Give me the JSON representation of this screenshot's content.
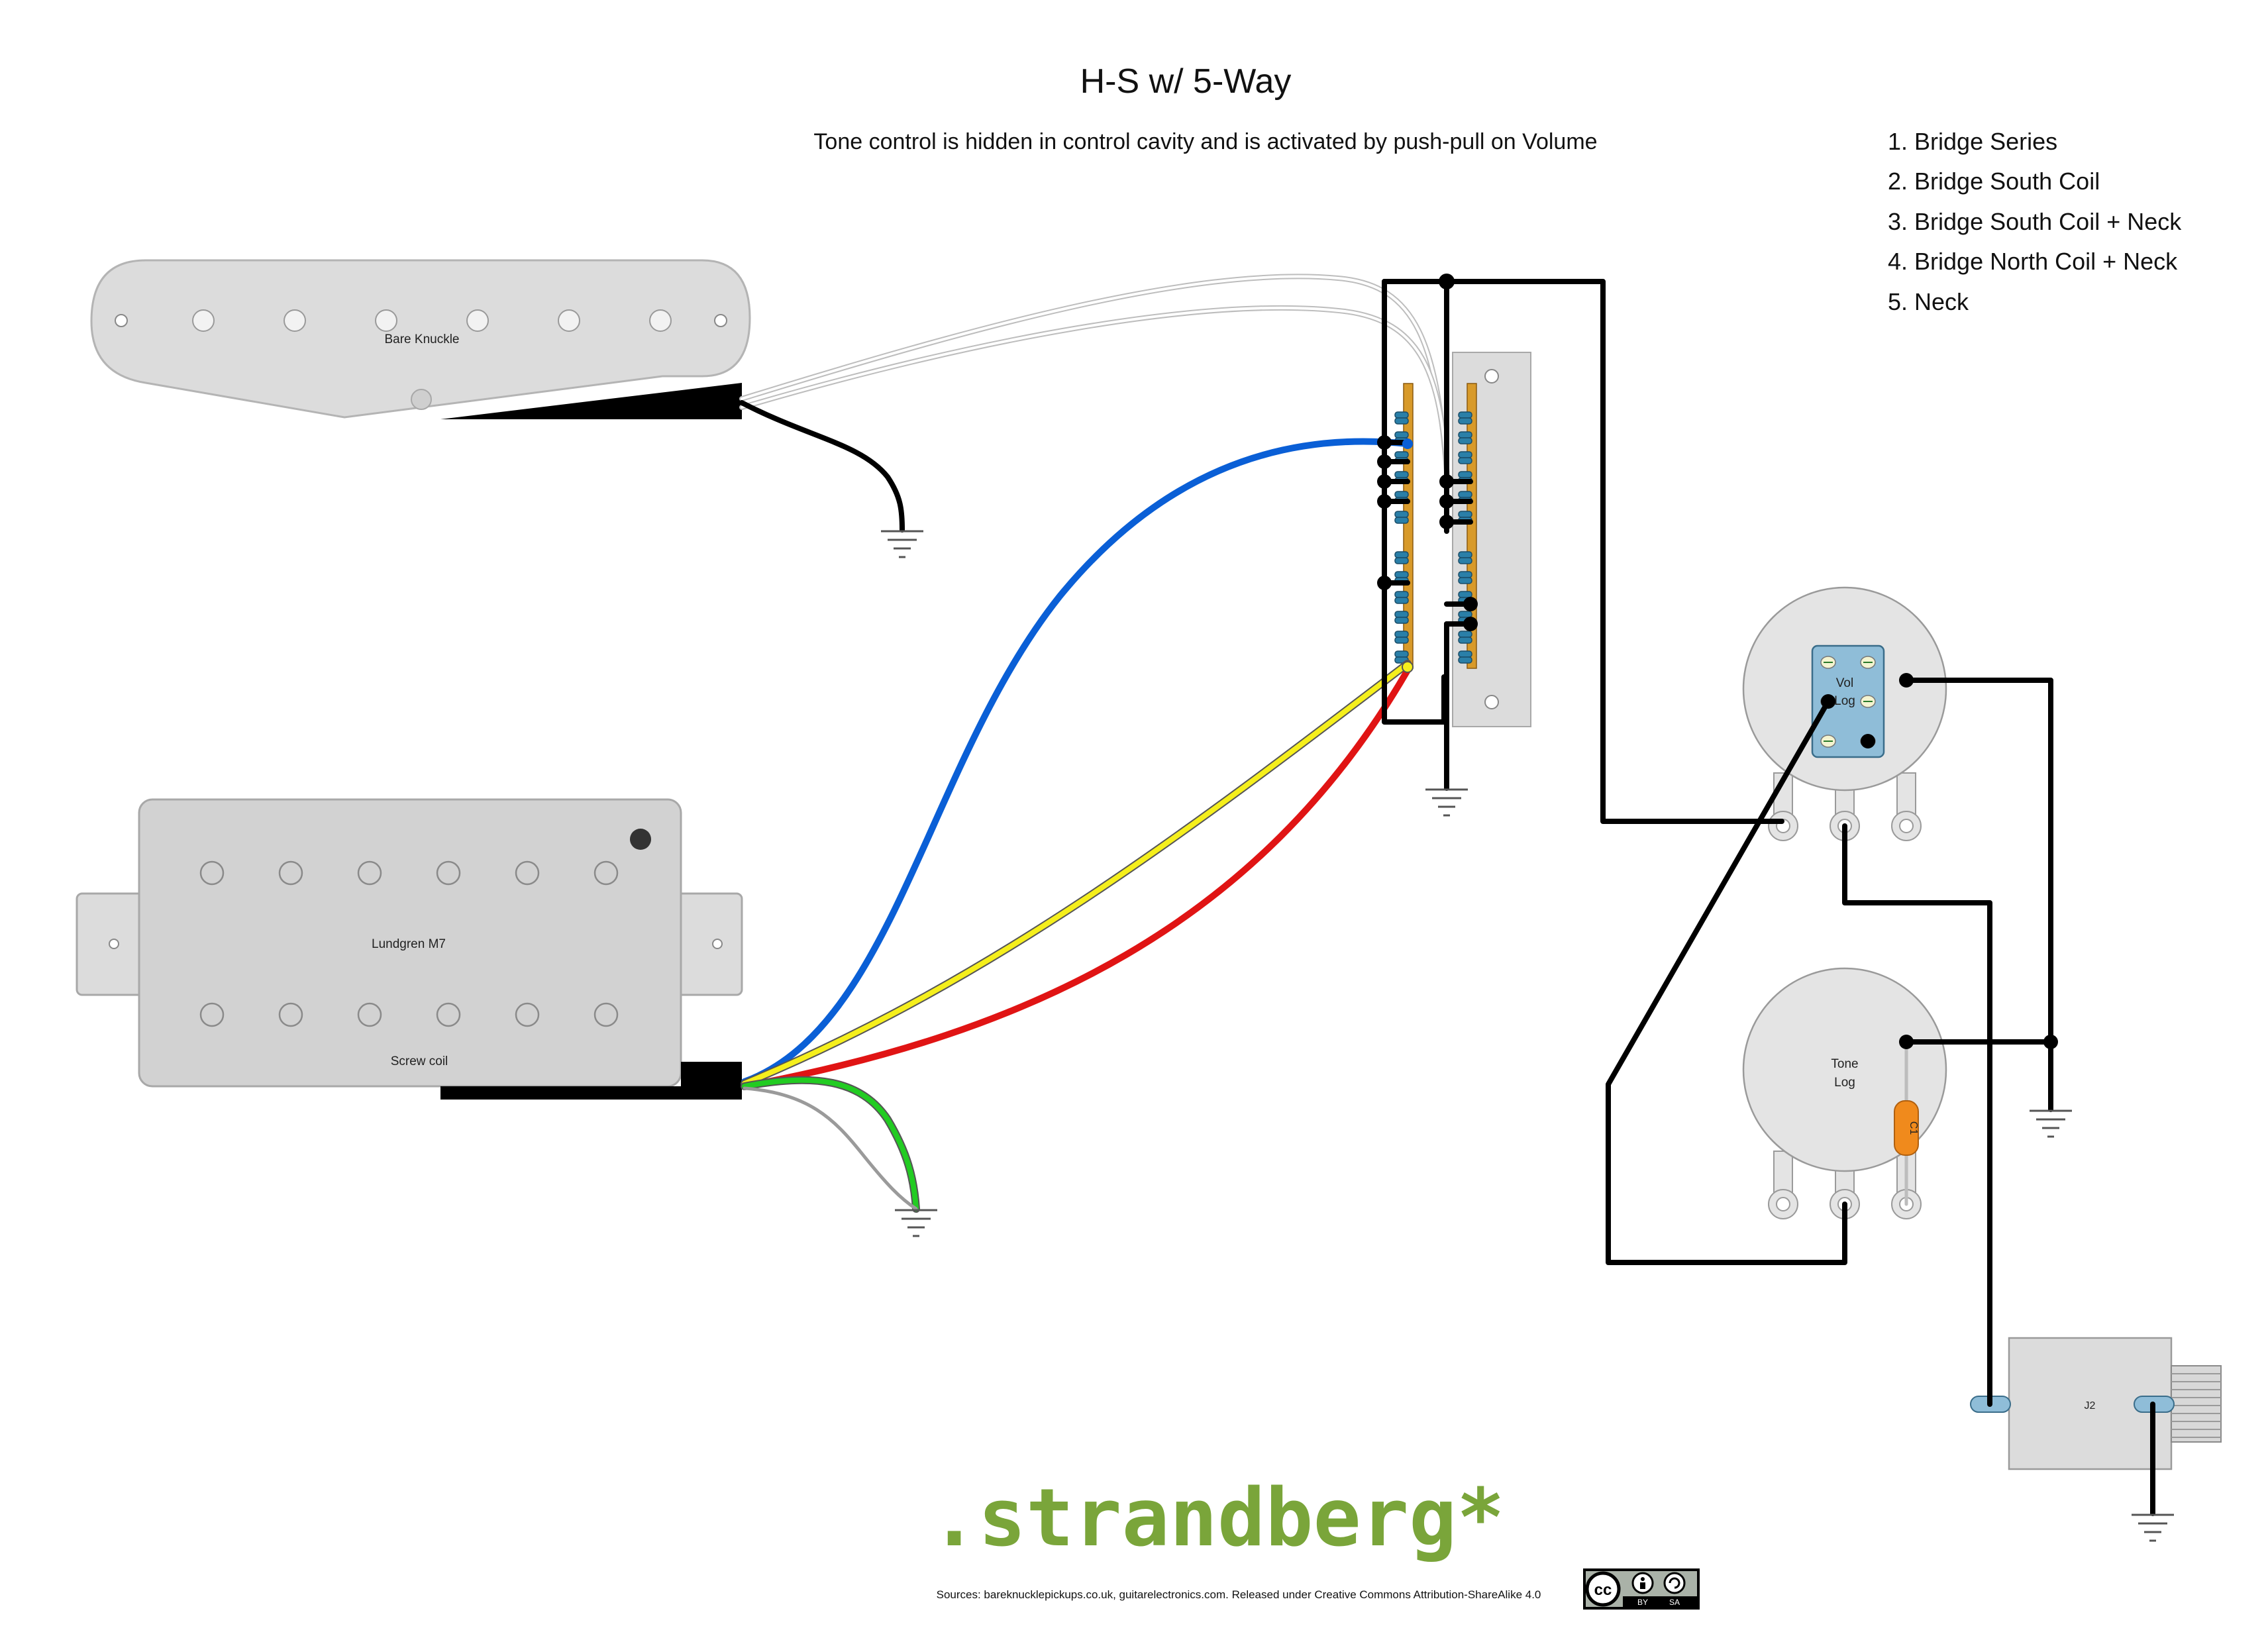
{
  "title": "H-S w/ 5-Way",
  "subtitle": "Tone control is hidden in control cavity and is activated by push-pull on Volume",
  "positions": [
    "1. Bridge Series",
    "2. Bridge South Coil",
    "3. Bridge South Coil + Neck",
    "4. Bridge North Coil + Neck",
    "5. Neck"
  ],
  "neck_pickup": {
    "label": "Bare Knuckle"
  },
  "bridge_pickup": {
    "label": "Lundgren M7",
    "sublabel": "Screw coil"
  },
  "volume_pot": {
    "line1": "Vol",
    "line2": "Log"
  },
  "tone_pot": {
    "line1": "Tone",
    "line2": "Log"
  },
  "capacitor": {
    "label": "C1"
  },
  "jack": {
    "label": "J2"
  },
  "brand": ".strandberg*",
  "sources": "Sources: bareknucklepickups.co.uk, guitarelectronics.com. Released under Creative Commons Attribution-ShareAlike 4.0",
  "license_badge": {
    "by": "BY",
    "sa": "SA"
  },
  "colors": {
    "hot_blue": "#0a5fd6",
    "yellow": "#f5ef1c",
    "red": "#e01414",
    "green": "#22cc22",
    "ground": "#000000",
    "brand_green": "#7aa53a"
  }
}
